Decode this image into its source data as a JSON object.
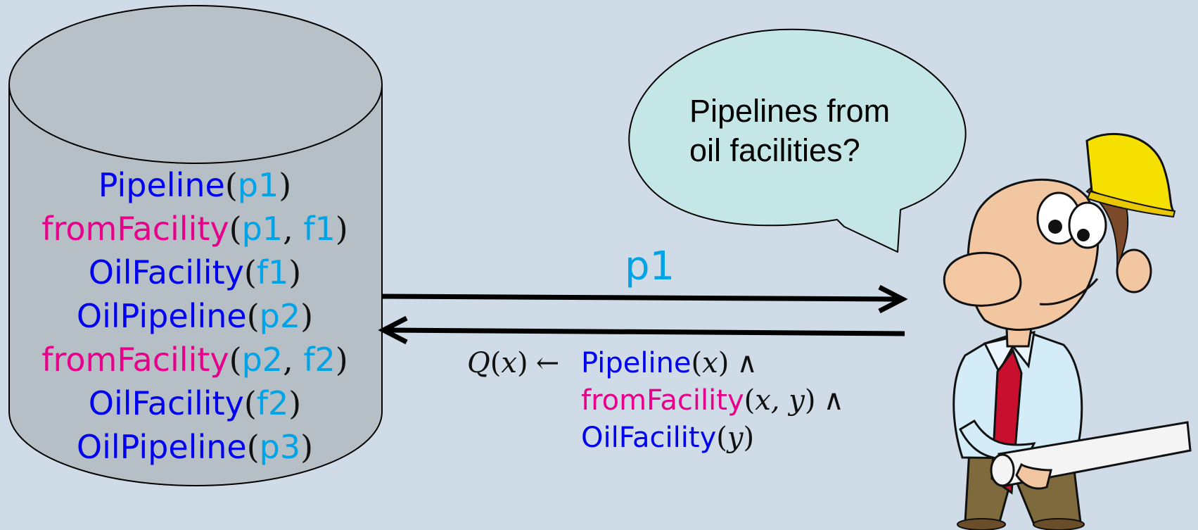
{
  "database": {
    "facts": [
      {
        "predicate": "Pipeline",
        "args": [
          "p1"
        ]
      },
      {
        "predicate": "fromFacility",
        "args": [
          "p1",
          "f1"
        ]
      },
      {
        "predicate": "OilFacility",
        "args": [
          "f1"
        ]
      },
      {
        "predicate": "OilPipeline",
        "args": [
          "p2"
        ]
      },
      {
        "predicate": "fromFacility",
        "args": [
          "p2",
          "f2"
        ]
      },
      {
        "predicate": "OilFacility",
        "args": [
          "f2"
        ]
      },
      {
        "predicate": "OilPipeline",
        "args": [
          "p3"
        ]
      }
    ],
    "punctuation": {
      "open": "(",
      "close": ")",
      "sep": ", "
    }
  },
  "speech_bubble": {
    "line1": "Pipelines from",
    "line2": "oil facilities?"
  },
  "answer": "p1",
  "query": {
    "head": "Q",
    "head_var": "x",
    "arrow": "←",
    "and": "∧",
    "atoms": [
      {
        "predicate": "Pipeline",
        "args": "x"
      },
      {
        "predicate": "fromFacility",
        "args": "x, y"
      },
      {
        "predicate": "OilFacility",
        "args": "y"
      }
    ]
  },
  "colors": {
    "background": "#cfdbe6",
    "cylinder": "#b6bec6",
    "predicate_blue": "#0000ee",
    "predicate_pink": "#e6008a",
    "constant_cyan": "#00a3e6",
    "bubble_fill": "#c4e6e6"
  },
  "icons": {
    "character": "engineer-with-hardhat-icon",
    "database": "database-cylinder-icon"
  }
}
